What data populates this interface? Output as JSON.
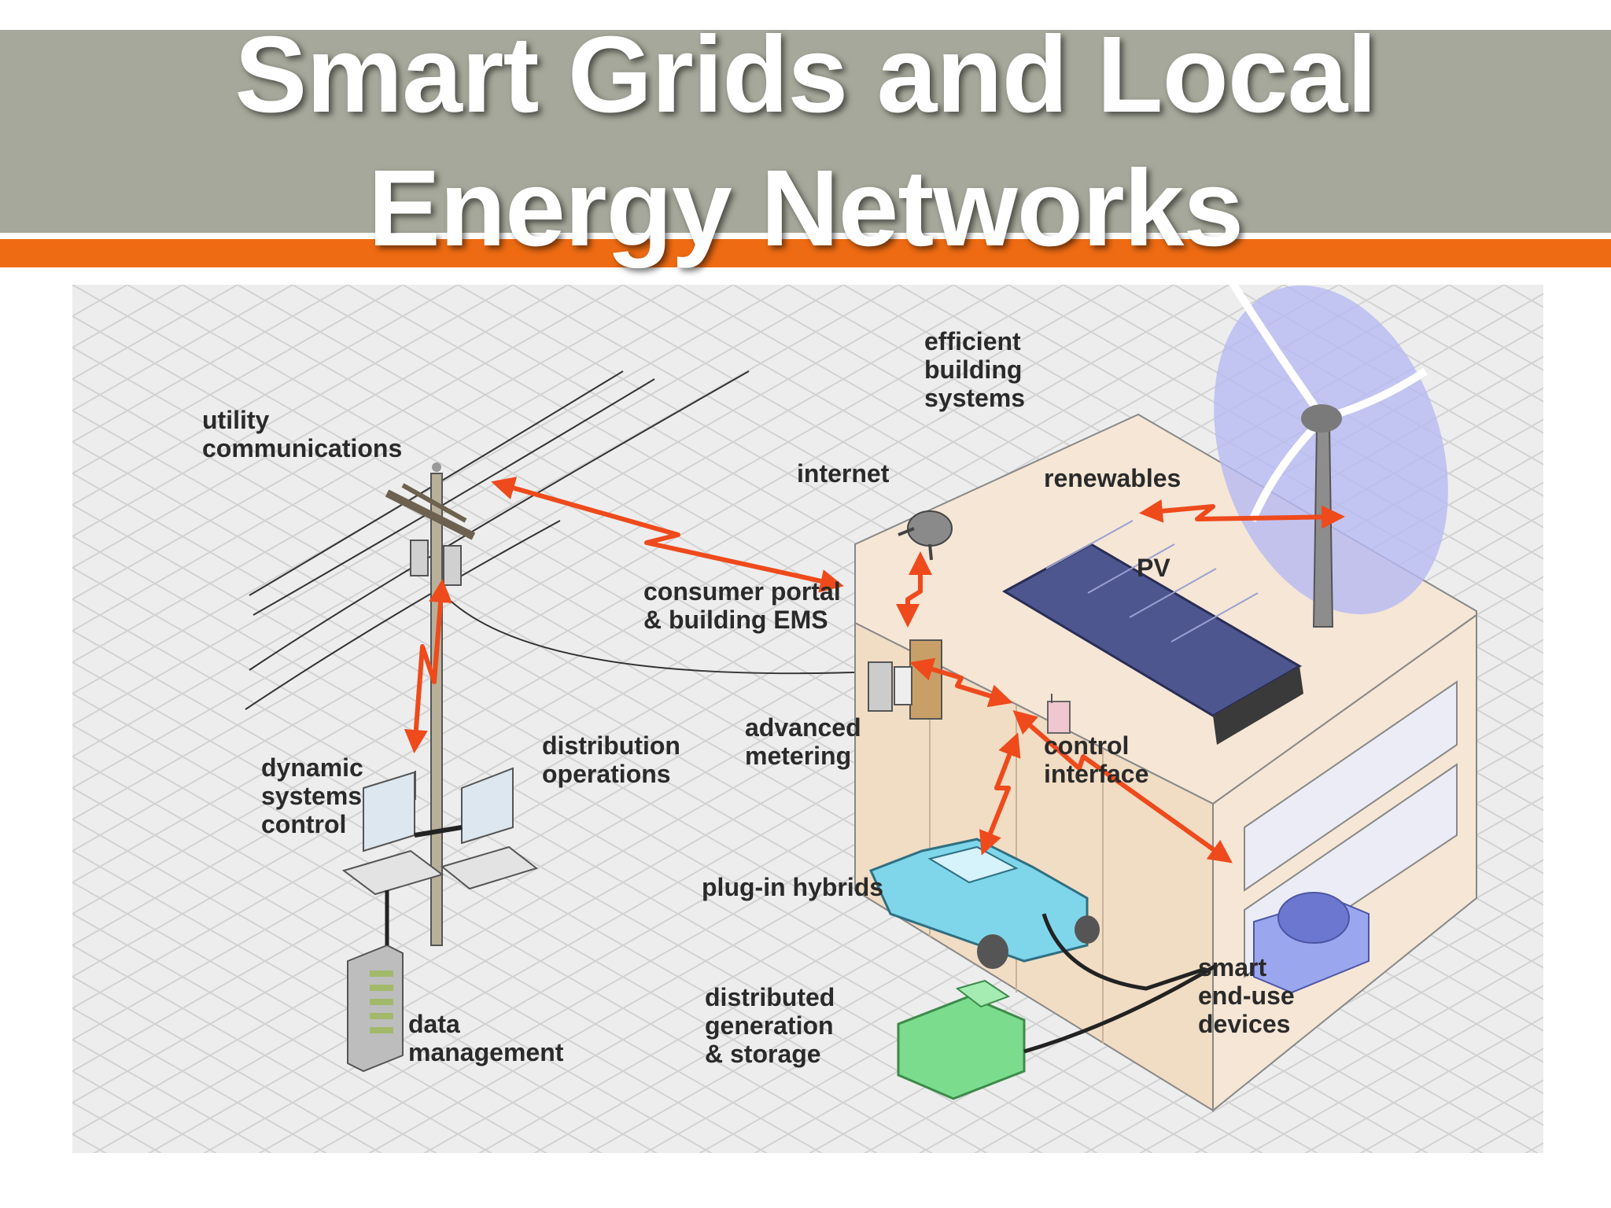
{
  "slide": {
    "title": "Smart Grids and Local\nEnergy Networks"
  },
  "colors": {
    "title_band": "#a5a89a",
    "accent_bar": "#ee6b13",
    "signal_arrow": "#ee4a1c",
    "building_wall": "#f1dcc4",
    "pv_panel": "#4e5690",
    "car": "#7fd6ea",
    "storage_unit": "#7bdc8e",
    "device_box": "#9aa6ee",
    "turbine_disc": "#b7b9f2"
  },
  "diagram": {
    "labels": {
      "utility_communications": "utility\ncommunications",
      "efficient_building_systems": "efficient\nbuilding\nsystems",
      "internet": "internet",
      "renewables": "renewables",
      "pv": "PV",
      "consumer_portal": "consumer portal\n& building EMS",
      "advanced_metering": "advanced\nmetering",
      "distribution_operations": "distribution\noperations",
      "control_interface": "control\ninterface",
      "dynamic_systems_control": "dynamic\nsystems\ncontrol",
      "plug_in_hybrids": "plug-in hybrids",
      "smart_end_use_devices": "smart\nend-use\ndevices",
      "distributed_generation": "distributed\ngeneration\n& storage",
      "data_management": "data\nmanagement"
    }
  }
}
